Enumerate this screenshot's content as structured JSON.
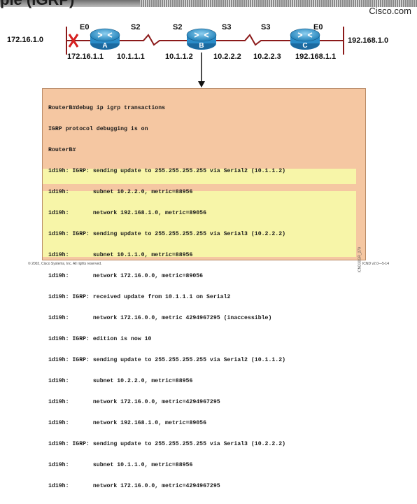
{
  "header": {
    "title": "ple (IGRP)",
    "brand": "Cisco.com"
  },
  "topology": {
    "left_network": "172.16.1.0",
    "right_network": "192.168.1.0",
    "routers": [
      {
        "label": "A"
      },
      {
        "label": "B"
      },
      {
        "label": "C"
      }
    ],
    "interfaces": {
      "a_e0": "E0",
      "a_s2": "S2",
      "b_s2": "S2",
      "b_s3": "S3",
      "c_s3": "S3",
      "c_e0": "E0"
    },
    "addresses": {
      "a_e0_ip": "172.16.1.1",
      "a_s2_ip": "10.1.1.1",
      "b_s2_ip": "10.1.1.2",
      "b_s3_ip": "10.2.2.2",
      "c_s3_ip": "10.2.2.3",
      "c_e0_ip": "192.168.1.1"
    },
    "failure_marker_color": "#d62020"
  },
  "debug_output": {
    "background_color": "#f5c7a2",
    "highlight_color": "#f7f5a8",
    "lines": [
      "RouterB#debug ip igrp transactions",
      "IGRP protocol debugging is on",
      "RouterB#",
      "1d19h: IGRP: sending update to 255.255.255.255 via Serial2 (10.1.1.2)",
      "1d19h:       subnet 10.2.2.0, metric=88956",
      "1d19h:       network 192.168.1.0, metric=89056",
      "1d19h: IGRP: sending update to 255.255.255.255 via Serial3 (10.2.2.2)",
      "1d19h:       subnet 10.1.1.0, metric=88956",
      "1d19h:       network 172.16.0.0, metric=89056",
      "1d19h: IGRP: received update from 10.1.1.1 on Serial2",
      "1d19h:       network 172.16.0.0, metric 4294967295 (inaccessible)",
      "1d19h: IGRP: edition is now 10",
      "1d19h: IGRP: sending update to 255.255.255.255 via Serial2 (10.1.1.2)",
      "1d19h:       subnet 10.2.2.0, metric=88956",
      "1d19h:       network 172.16.0.0, metric=4294967295",
      "1d19h:       network 192.168.1.0, metric=89056",
      "1d19h: IGRP: sending update to 255.255.255.255 via Serial3 (10.2.2.2)",
      "1d19h:       subnet 10.1.1.0, metric=88956",
      "1d19h:       network 172.16.0.0, metric=4294967295"
    ],
    "side_code": "ICND30GR_279"
  },
  "footer": {
    "copyright": "© 2002, Cisco Systems, Inc. All rights reserved.",
    "course": "ICND v2.0—5-14"
  }
}
